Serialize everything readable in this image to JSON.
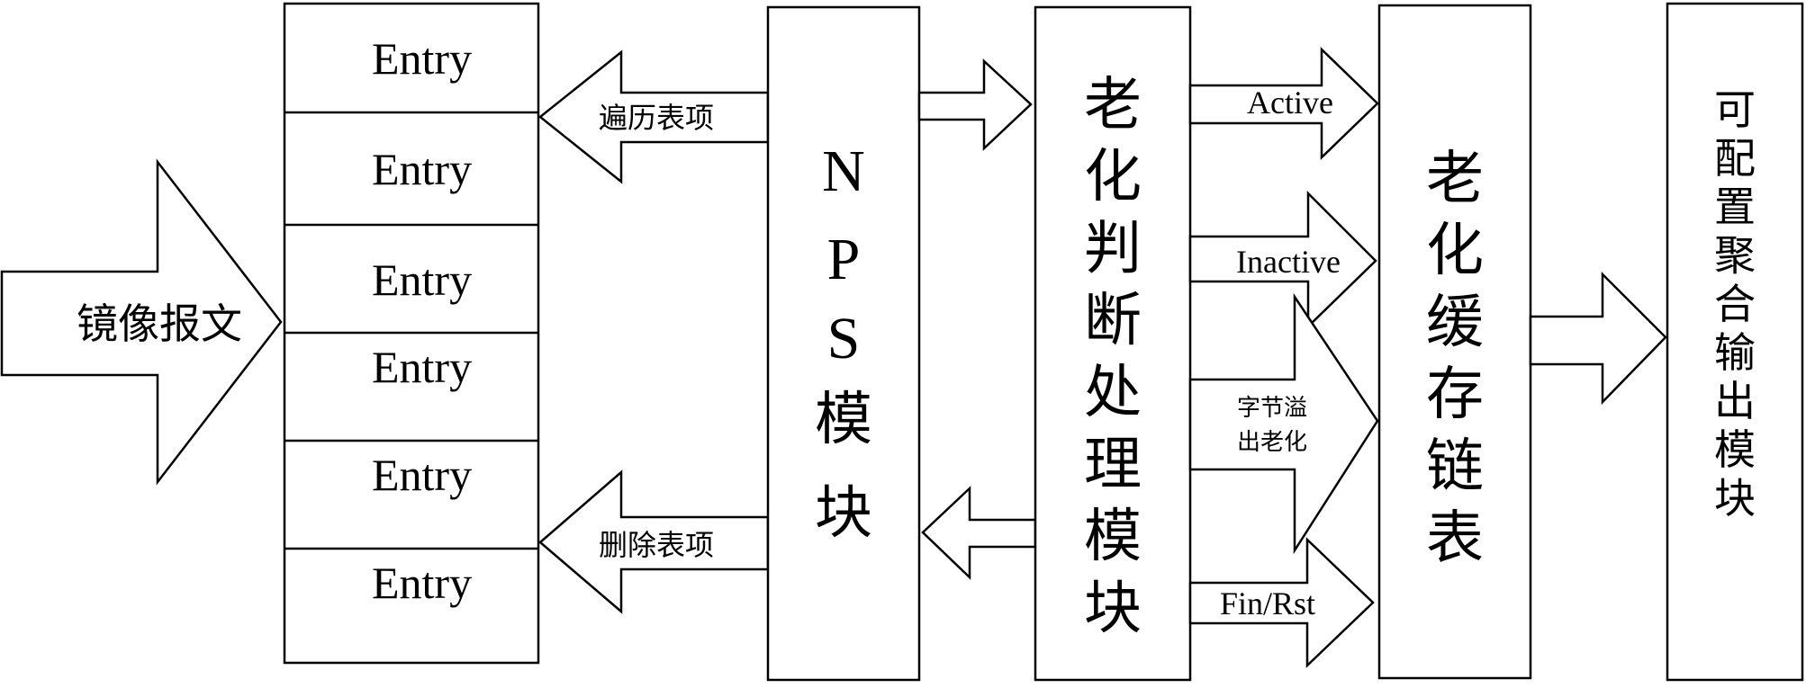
{
  "input_arrow": {
    "label": "镜像报文"
  },
  "entry_table": {
    "entries": [
      "Entry",
      "Entry",
      "Entry",
      "Entry",
      "Entry",
      "Entry"
    ]
  },
  "edge_labels": {
    "traverse": "遍历表项",
    "delete": "删除表项",
    "active": "Active",
    "inactive": "Inactive",
    "byte_overflow_line1": "字节溢",
    "byte_overflow_line2": "出老化",
    "fin_rst": "Fin/Rst"
  },
  "nps_module": {
    "letters": [
      "N",
      "P",
      "S"
    ],
    "chars": [
      "模",
      "块"
    ]
  },
  "aging_judge_module": {
    "chars": [
      "老",
      "化",
      "判",
      "断",
      "处",
      "理",
      "模",
      "块"
    ]
  },
  "aging_cache_list": {
    "chars": [
      "老",
      "化",
      "缓",
      "存",
      "链",
      "表"
    ]
  },
  "output_module": {
    "chars": [
      "可",
      "配",
      "置",
      "聚",
      "合",
      "输",
      "出",
      "模",
      "块"
    ]
  }
}
